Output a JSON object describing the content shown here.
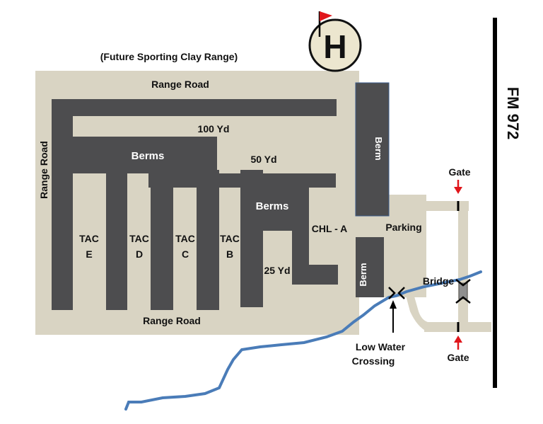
{
  "map": {
    "title_note": "(Future Sporting Clay Range)",
    "helipad": "H",
    "highway": "FM 972",
    "labels": {
      "range_road_top": "Range Road",
      "range_road_left": "Range Road",
      "range_road_bottom": "Range Road",
      "yd100": "100 Yd",
      "yd50": "50 Yd",
      "yd25": "25 Yd",
      "berms_left": "Berms",
      "berms_center": "Berms",
      "berm_tall": "Berm",
      "berm_small": "Berm",
      "chl": "CHL - A",
      "parking": "Parking",
      "gate_top": "Gate",
      "gate_bottom": "Gate",
      "bridge": "Bridge",
      "low_water_1": "Low Water",
      "low_water_2": "Crossing",
      "tac_e_1": "TAC",
      "tac_e_2": "E",
      "tac_d_1": "TAC",
      "tac_d_2": "D",
      "tac_c_1": "TAC",
      "tac_c_2": "C",
      "tac_b_1": "TAC",
      "tac_b_2": "B"
    },
    "colors": {
      "land": "#d9d4c3",
      "berm": "#4d4d4f",
      "water": "#4a7cb8",
      "flag": "#e0161b",
      "arrow": "#e0161b",
      "road_line": "#000000"
    },
    "icons": [
      "helipad-icon",
      "flag-icon",
      "gate-arrow-icon",
      "bridge-icon",
      "pointer-arrow-icon"
    ]
  }
}
